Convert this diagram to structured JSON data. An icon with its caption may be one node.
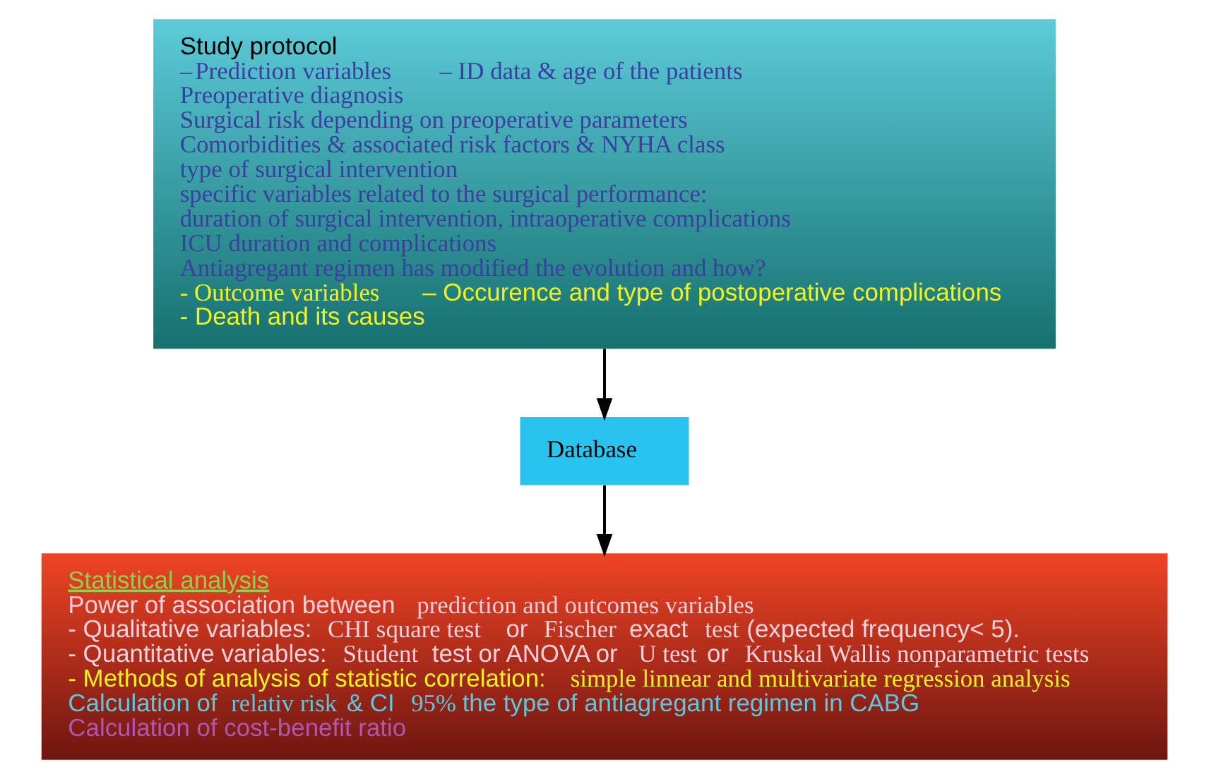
{
  "diagram": {
    "nodes": [
      {
        "text": [
          "Study protocol",
          "–*Prediction variables*– ID data & age of the patients",
          "Preoperative diagnosis",
          "Surgical risk depending on preoperative parameters",
          "Comorbidities & associated risk factors & NYHA class",
          "type of surgical intervention",
          "specific variables related to the surgical performance:",
          "duration of surgical intervention, intraoperative complications",
          "ICU duration and complications",
          "Antiagregant regimen has modified the evolution and how?",
          "*- Outcome variables* – Occurence and type of postoperative complications",
          "- Death and its causes"
        ]
      },
      {
        "text": [
          "Database"
        ]
      },
      {
        "text": [
          "Statistical analysis",
          "Power of association between *prediction and outcomes variables*",
          "- Qualitative variables: *CHI square test* or *Fischer* exact *test* (expected frequency< 5).",
          "- Quantitative variables: *Student* test or ANOVA or *U test* or *Kruskal Wallis nonparametric tests*",
          "- Methods of analysis of statistic correlation: *simple linnear and multivariate regression analysis*",
          "Calculation of *relativ risk* & CI *95%* the type of antiagregant regimen in CABG",
          "Calculation of cost-benefit ratio"
        ]
      }
    ],
    "edges": [
      {
        "from": 0,
        "to": 1,
        "arrow": "to"
      },
      {
        "from": 1,
        "to": 2,
        "arrow": "to"
      }
    ]
  }
}
